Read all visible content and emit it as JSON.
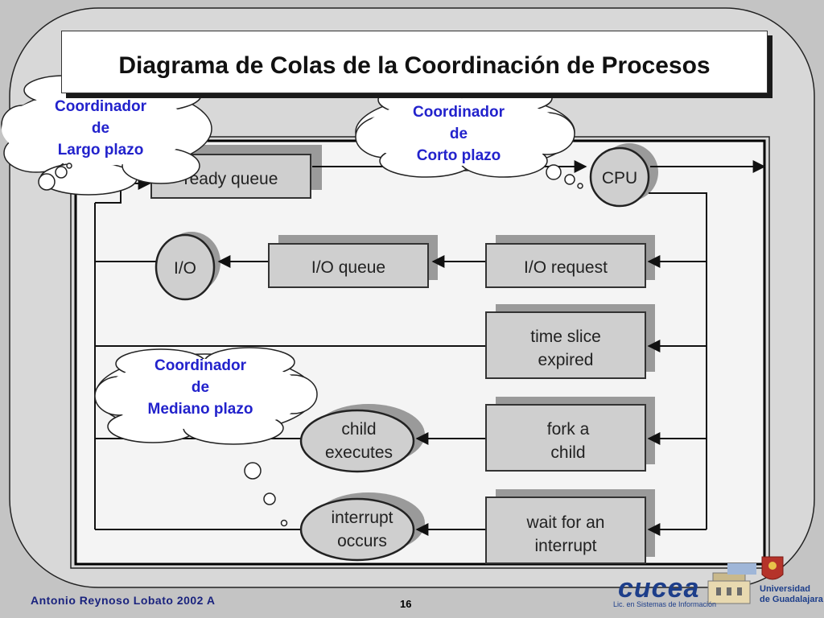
{
  "title": "Diagrama de Colas de la Coordinación de Procesos",
  "nodes": {
    "ready_queue": "ready queue",
    "cpu": "CPU",
    "io": "I/O",
    "io_queue": "I/O queue",
    "io_request": "I/O request",
    "time_slice_1": "time slice",
    "time_slice_2": "expired",
    "fork_1": "fork a",
    "fork_2": "child",
    "child_exec_1": "child",
    "child_exec_2": "executes",
    "wait_1": "wait for an",
    "wait_2": "interrupt",
    "interrupt_1": "interrupt",
    "interrupt_2": "occurs"
  },
  "bubbles": {
    "largo": [
      "Coordinador",
      "de",
      "Largo plazo"
    ],
    "corto": [
      "Coordinador",
      "de",
      "Corto plazo"
    ],
    "mediano": [
      "Coordinador",
      "de",
      "Mediano plazo"
    ]
  },
  "footer": {
    "author": "Antonio Reynoso Lobato 2002 A",
    "page": "16"
  },
  "logo": {
    "name": "cucea",
    "subtitle": "Lic. en Sistemas de Información",
    "university_1": "Universidad",
    "university_2": "de Guadalajara"
  },
  "colors": {
    "bubble_text": "#2222cc",
    "box_fill": "#cfcfcf",
    "footer_text": "#1a237e"
  }
}
